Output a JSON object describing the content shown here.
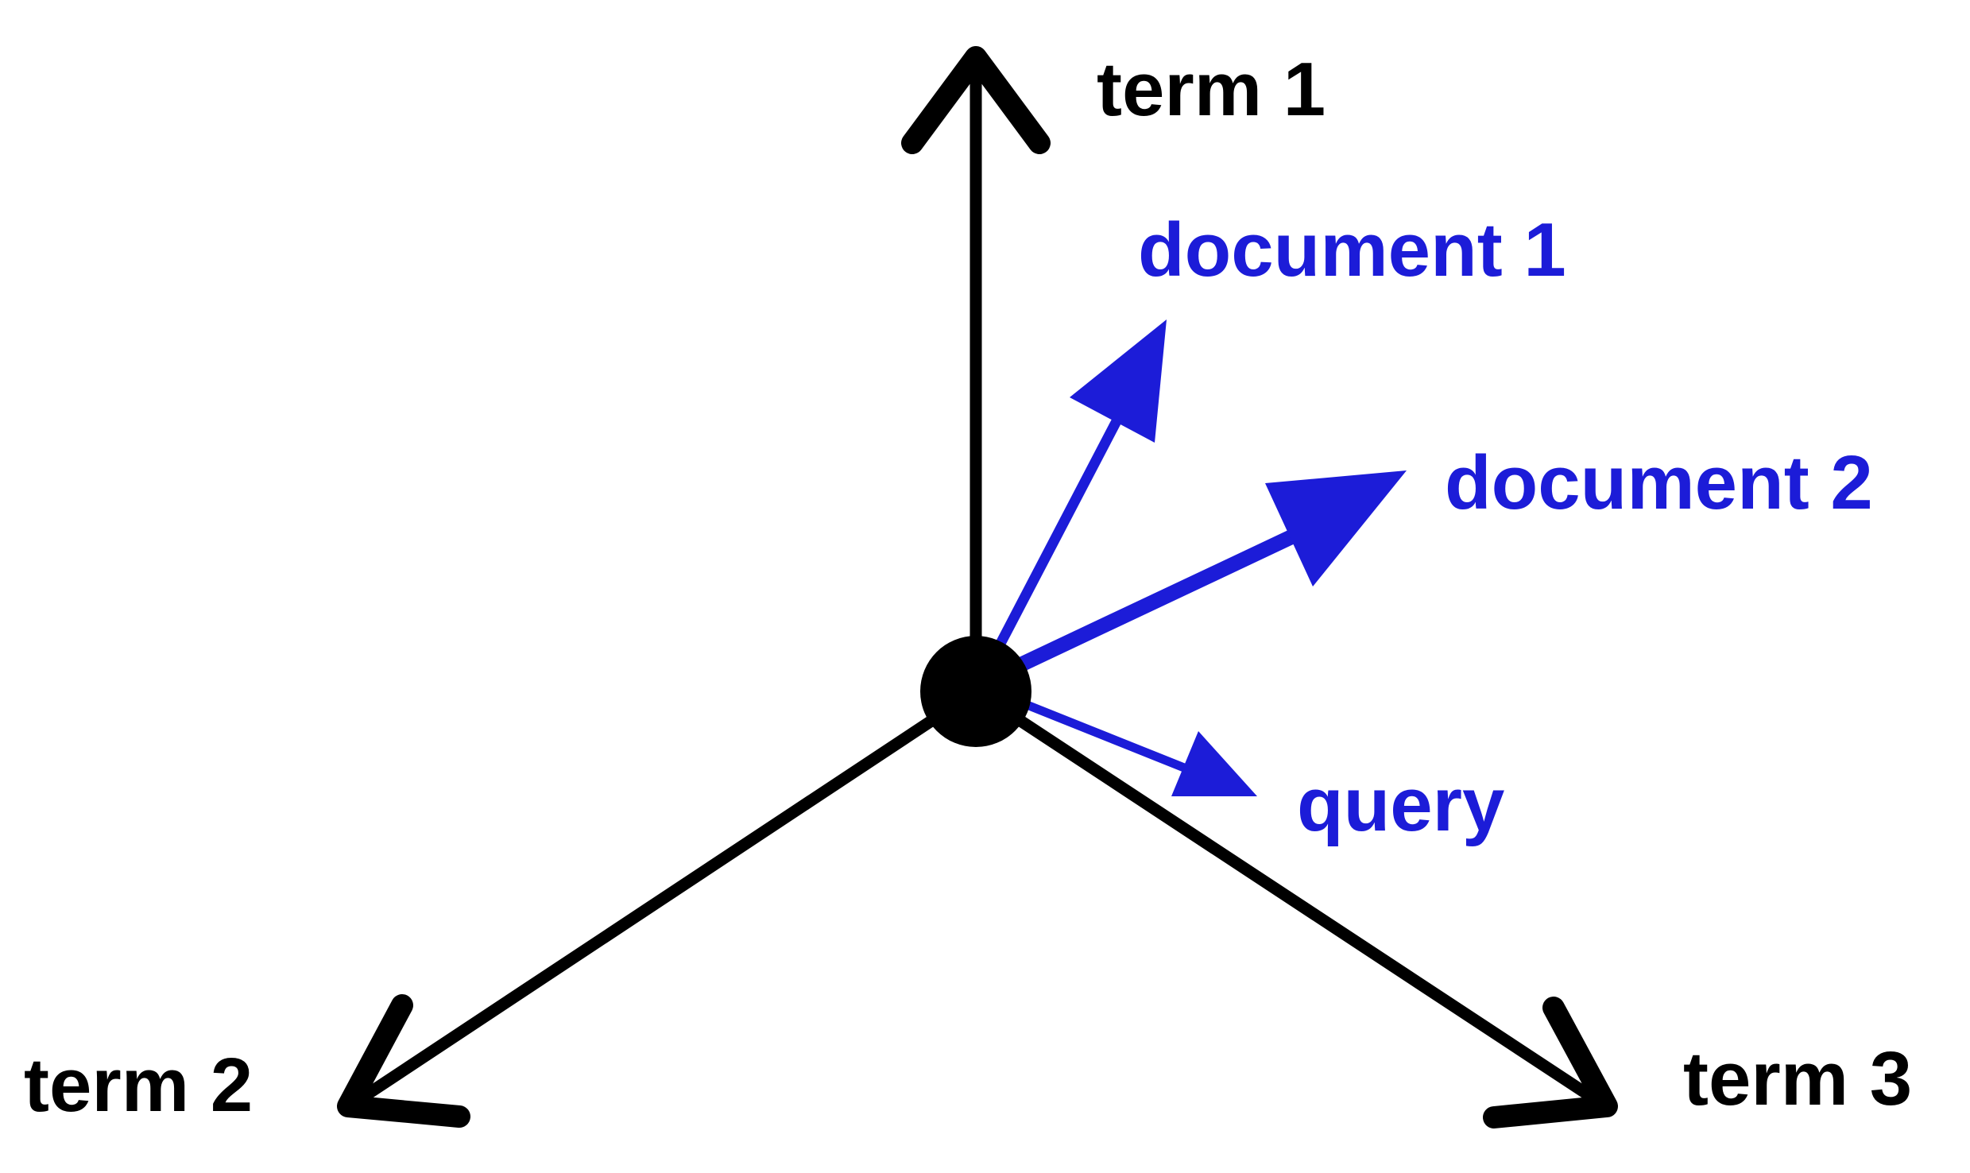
{
  "diagram": {
    "axes": {
      "term1": "term 1",
      "term2": "term 2",
      "term3": "term 3"
    },
    "vectors": {
      "document1": "document 1",
      "document2": "document 2",
      "query": "query"
    },
    "colors": {
      "axis": "#000000",
      "vector": "#1c1cd8"
    }
  }
}
